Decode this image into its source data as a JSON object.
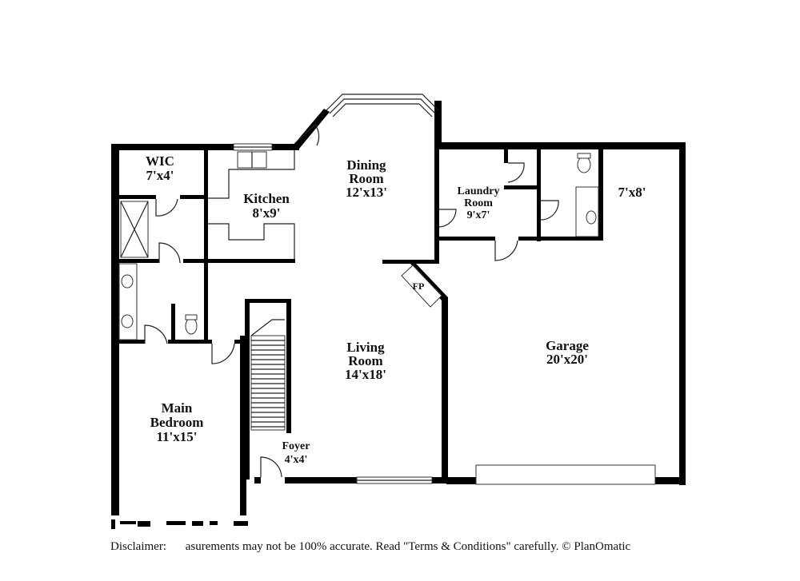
{
  "rooms": {
    "wic": {
      "name": "WIC",
      "size": "7'x4'"
    },
    "kitchen": {
      "name": "Kitchen",
      "size": "8'x9'"
    },
    "dining": {
      "name1": "Dining",
      "name2": "Room",
      "size": "12'x13'"
    },
    "laundry": {
      "name1": "Laundry",
      "name2": "Room",
      "size": "9'x7'"
    },
    "storage": {
      "size": "7'x8'"
    },
    "fireplace": {
      "name": "FP"
    },
    "living": {
      "name1": "Living",
      "name2": "Room",
      "size": "14'x18'"
    },
    "garage": {
      "name": "Garage",
      "size": "20'x20'"
    },
    "bedroom": {
      "name1": "Main",
      "name2": "Bedroom",
      "size": "11'x15'"
    },
    "foyer": {
      "name": "Foyer",
      "size": "4'x4'"
    }
  },
  "disclaimer": "Disclaimer: Measurements may not be 100% accurate. Read \"Terms & Conditions\" carefully. © PlanOmatic"
}
